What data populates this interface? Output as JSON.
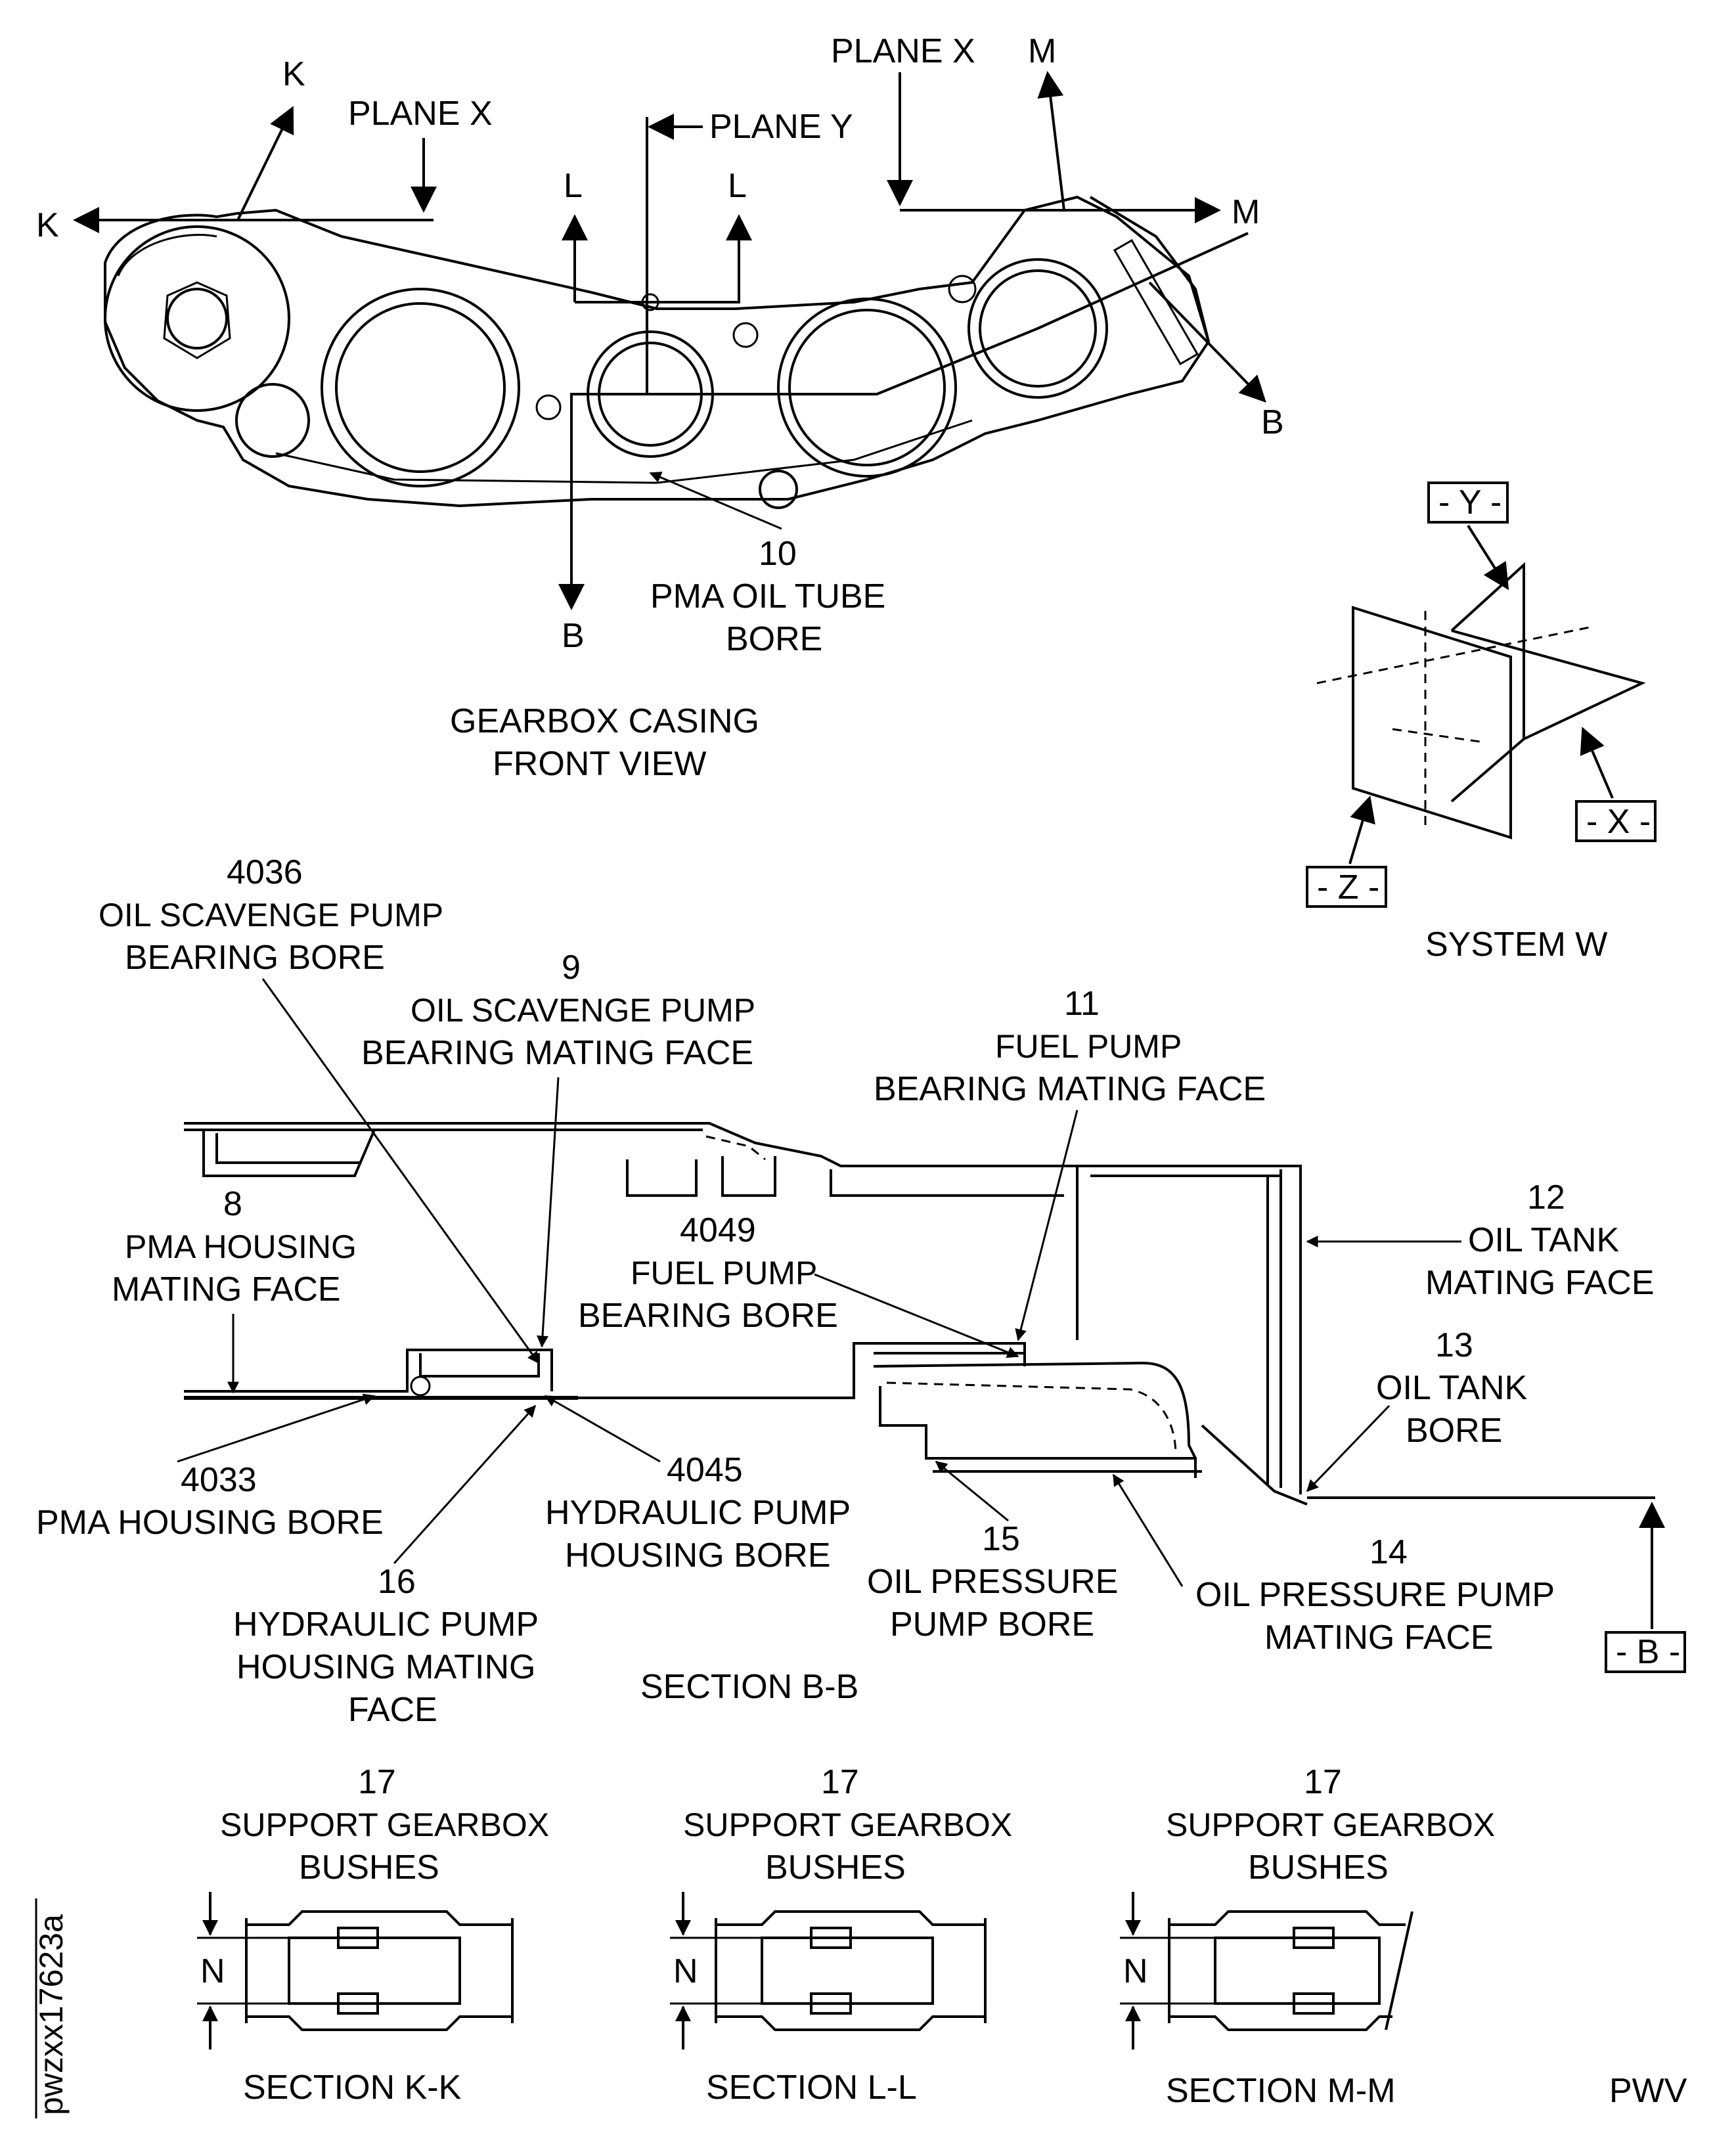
{
  "front_view": {
    "plane_x_left": "PLANE X",
    "plane_x_right": "PLANE X",
    "plane_y": "PLANE Y",
    "k_top": "K",
    "k_left": "K",
    "l_left": "L",
    "l_right": "L",
    "m_top": "M",
    "m_right": "M",
    "b_right": "B",
    "b_bottom": "B",
    "callout_10_num": "10",
    "callout_10_line1": "PMA OIL TUBE",
    "callout_10_line2": "BORE",
    "caption_line1": "GEARBOX CASING",
    "caption_line2": "FRONT VIEW"
  },
  "system_w": {
    "datum_y": "- Y -",
    "datum_x": "- X -",
    "datum_z": "- Z -",
    "caption": "SYSTEM W"
  },
  "section_bb": {
    "c4036_num": "4036",
    "c4036_line1": "OIL SCAVENGE PUMP",
    "c4036_line2": "BEARING BORE",
    "c9_num": "9",
    "c9_line1": "OIL SCAVENGE PUMP",
    "c9_line2": "BEARING MATING FACE",
    "c11_num": "11",
    "c11_line1": "FUEL PUMP",
    "c11_line2": "BEARING MATING FACE",
    "c8_num": "8",
    "c8_line1": "PMA HOUSING",
    "c8_line2": "MATING FACE",
    "c4049_num": "4049",
    "c4049_line1": "FUEL PUMP",
    "c4049_line2": "BEARING BORE",
    "c12_num": "12",
    "c12_line1": "OIL TANK",
    "c12_line2": "MATING FACE",
    "c13_num": "13",
    "c13_line1": "OIL TANK",
    "c13_line2": "BORE",
    "c4033_num": "4033",
    "c4033_line1": "PMA HOUSING BORE",
    "c4045_num": "4045",
    "c4045_line1": "HYDRAULIC PUMP",
    "c4045_line2": "HOUSING BORE",
    "c15_num": "15",
    "c15_line1": "OIL PRESSURE",
    "c15_line2": "PUMP BORE",
    "c14_num": "14",
    "c14_line1": "OIL PRESSURE PUMP",
    "c14_line2": "MATING FACE",
    "c16_num": "16",
    "c16_line1": "HYDRAULIC PUMP",
    "c16_line2": "HOUSING MATING",
    "c16_line3": "FACE",
    "datum_b": "- B -",
    "caption": "SECTION B-B"
  },
  "sections_small": [
    {
      "num": "17",
      "line1": "SUPPORT GEARBOX",
      "line2": "BUSHES",
      "dim": "N",
      "caption": "SECTION K-K"
    },
    {
      "num": "17",
      "line1": "SUPPORT GEARBOX",
      "line2": "BUSHES",
      "dim": "N",
      "caption": "SECTION L-L"
    },
    {
      "num": "17",
      "line1": "SUPPORT GEARBOX",
      "line2": "BUSHES",
      "dim": "N",
      "caption": "SECTION M-M"
    }
  ],
  "footer": {
    "figure_id": "pwzxx17623a",
    "code": "PWV"
  }
}
